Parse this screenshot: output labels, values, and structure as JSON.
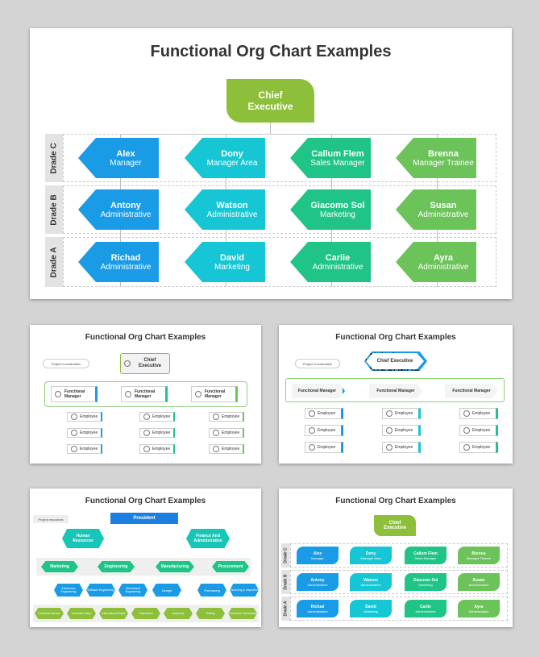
{
  "main": {
    "title": "Functional Org Chart Examples",
    "ceo": [
      "Chief",
      "Executive"
    ],
    "grades": [
      "Drade C",
      "Drade B",
      "Drade A"
    ],
    "rows": [
      [
        {
          "name": "Alex",
          "role": "Manager"
        },
        {
          "name": "Dony",
          "role": "Manager Area"
        },
        {
          "name": "Callum Flem",
          "role": "Sales Manager"
        },
        {
          "name": "Brenna",
          "role": "Manager Trainee"
        }
      ],
      [
        {
          "name": "Antony",
          "role": "Administrative"
        },
        {
          "name": "Watson",
          "role": "Administrative"
        },
        {
          "name": "Giacomo Sol",
          "role": "Marketing"
        },
        {
          "name": "Susan",
          "role": "Administrative"
        }
      ],
      [
        {
          "name": "Richad",
          "role": "Administrative"
        },
        {
          "name": "David",
          "role": "Marketing"
        },
        {
          "name": "Carlie",
          "role": "Administrative"
        },
        {
          "name": "Ayra",
          "role": "Administrative"
        }
      ]
    ],
    "colors": [
      "#1a9be6",
      "#17c6d4",
      "#1fc486",
      "#6cc35a"
    ],
    "ceo_color": "#8dbf3b"
  },
  "thumb1": {
    "title": "Functional Org Chart Examples",
    "coordination": "Project Coordination",
    "ceo": [
      "Chief",
      "Executive"
    ],
    "manager": [
      "Functional",
      "Manager"
    ],
    "employee": "Employee"
  },
  "thumb2": {
    "title": "Functional Org Chart Examples",
    "coordination": "Project Coordination",
    "ceo": "Chief Executive",
    "manager": "Functional Manager",
    "employee": "Employee"
  },
  "thumb3": {
    "title": "Functional Org Chart Examples",
    "resources": "Project resources",
    "president": "President",
    "hr": [
      "Human",
      "Resources"
    ],
    "finance": [
      "Finance And",
      "Administration"
    ],
    "depts": [
      "Marketing",
      "Engineering",
      "Manufacturing",
      "Procurement"
    ],
    "sub": [
      "Electronics Engineering",
      "Software Engineering",
      "Mechanical Engineering",
      "Design",
      "Purchasing",
      "Receiving & Inspection"
    ],
    "leaf": [
      "Customer service",
      "Domestic Sales",
      "International Sales",
      "Fabrication",
      "Assembly",
      "Testing",
      "Production Scheduling"
    ]
  },
  "thumb4": {
    "title": "Functional Org Chart Examples",
    "ceo": [
      "Chief",
      "Executive"
    ],
    "grades": [
      "Drade C",
      "Drade B",
      "Drade A"
    ]
  }
}
